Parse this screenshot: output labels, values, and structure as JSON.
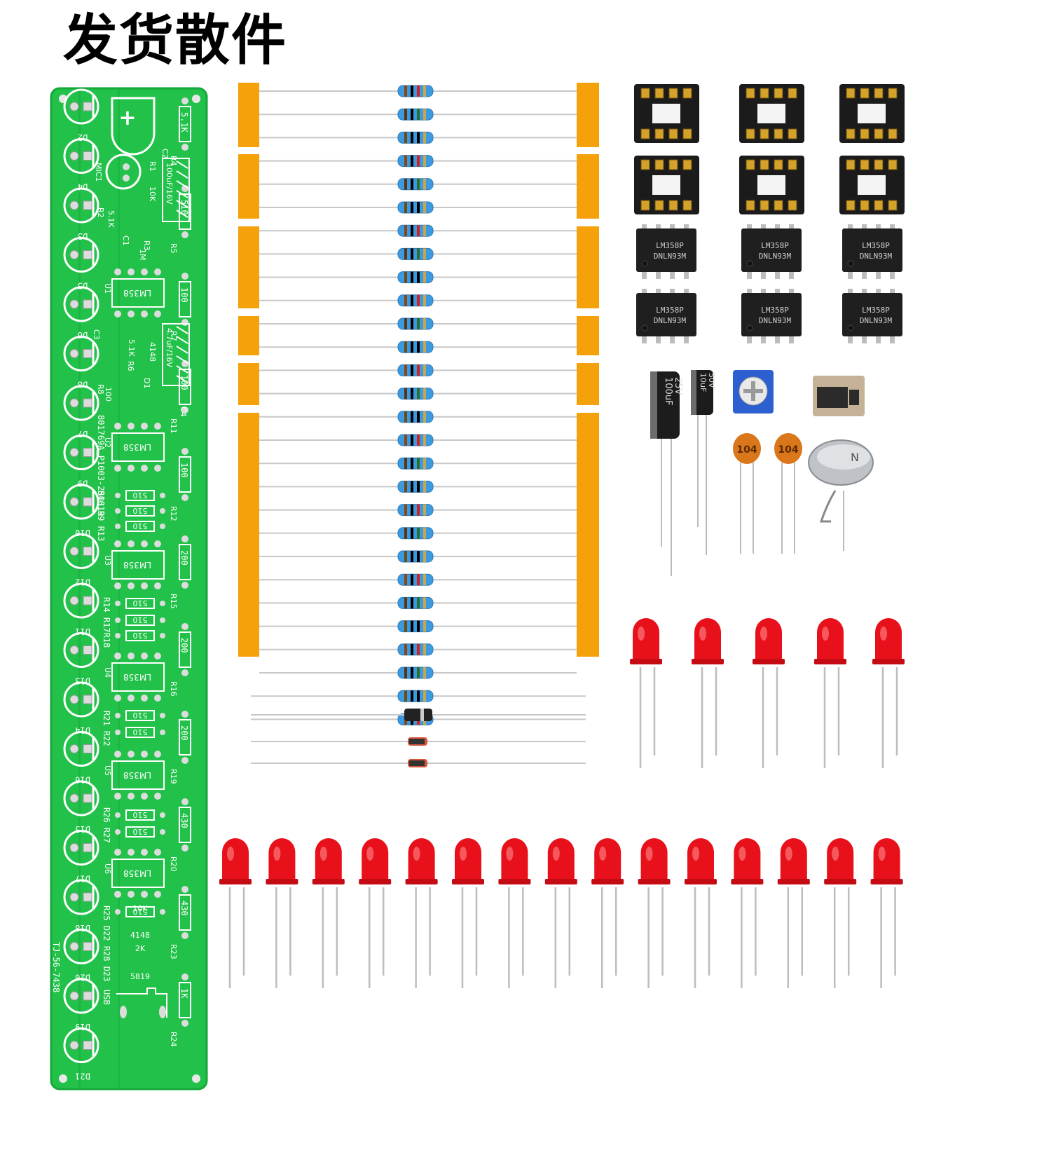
{
  "title": "发货散件",
  "pcb": {
    "color": "#22c24a",
    "leds": [
      "D2",
      "D4",
      "D3",
      "D5",
      "D6",
      "D8",
      "D7",
      "D9",
      "D10",
      "D12",
      "D11",
      "D13",
      "D14",
      "D16",
      "D15",
      "D17",
      "D18",
      "D20",
      "D19",
      "D21"
    ],
    "mic_label": "MIC1",
    "cap_labels": [
      "C2",
      "C1",
      "C3",
      "C4"
    ],
    "cap_values": [
      "100uF/16V",
      "4.7uF/16V"
    ],
    "chip_label": "LM358",
    "chip_refs": [
      "U1",
      "U2",
      "U3",
      "U4",
      "U5",
      "U6"
    ],
    "res_values_small": [
      "510",
      "510",
      "510",
      "510",
      "510",
      "510",
      "510",
      "510",
      "510",
      "510",
      "510"
    ],
    "res_values_right": [
      "5.1K",
      "510",
      "100",
      "100",
      "100",
      "200",
      "200",
      "200",
      "430",
      "430",
      "1K"
    ],
    "res_refs_right": [
      "R4",
      "R5",
      "R7",
      "R11",
      "R12",
      "R15",
      "R16",
      "R19",
      "R20",
      "R23",
      "R24"
    ],
    "misc_texts": [
      "R1",
      "R2",
      "R3",
      "R6",
      "R8",
      "D1",
      "10K",
      "5.1K",
      "5.1K",
      "4148",
      "100",
      "1M",
      "10K",
      "4148",
      "2K",
      "5819"
    ],
    "vertical_texts": [
      "801769A_P1003-250319",
      "R10 R9 R13",
      "R14 R17R18",
      "R21 R22",
      "R26 R27",
      "R25 D22 R28 D23",
      "USB",
      "TJ-56-7438"
    ]
  },
  "resistors": {
    "tape_color": "#f5a10a",
    "body_color": "#3c9be0",
    "count_taped": 26,
    "count_loose": 2,
    "diodes": 3
  },
  "components": {
    "sockets": 6,
    "chip_text": [
      "LM358P",
      "DNLN93M"
    ],
    "chips": 6,
    "cap_big_text": [
      "100uF",
      "25V"
    ],
    "cap_small_text": [
      "10uF",
      "50V"
    ],
    "ceramic_text": "104",
    "mic_text": "N"
  },
  "leds": {
    "color": "#e8101a",
    "row1_count": 5,
    "row2_count": 15
  }
}
